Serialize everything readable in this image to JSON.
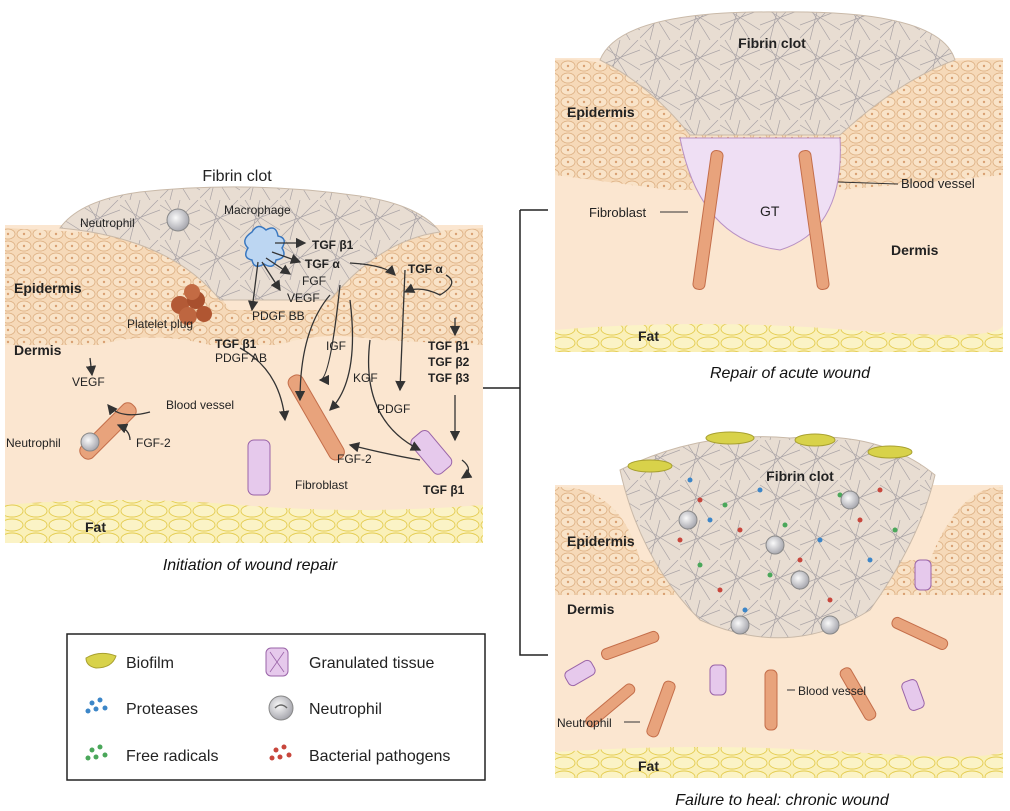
{
  "panels": {
    "initiation": {
      "title": "Fibrin clot",
      "caption": "Initiation of wound repair",
      "labels": {
        "neutrophil_top": "Neutrophil",
        "macrophage": "Macrophage",
        "epidermis": "Epidermis",
        "dermis": "Dermis",
        "platelet_plug": "Platelet plug",
        "blood_vessel": "Blood vessel",
        "neutrophil_bottom": "Neutrophil",
        "fibroblast": "Fibroblast",
        "fat": "Fat"
      },
      "factors": {
        "tgfb1_mac": "TGF β1",
        "tgfa_mac": "TGF α",
        "fgf": "FGF",
        "vegf_mac": "VEGF",
        "pdgfbb": "PDGF BB",
        "tgfb1_plt": "TGF β1",
        "pdgfab": "PDGF AB",
        "tgfa_epi": "TGF α",
        "tgfb1_stack": "TGF β1",
        "tgfb2_stack": "TGF β2",
        "tgfb3_stack": "TGF β3",
        "igf": "IGF",
        "kgf": "KGF",
        "pdgf": "PDGF",
        "vegf_vessel": "VEGF",
        "fgf2_vessel": "FGF-2",
        "fgf2_fib": "FGF-2",
        "tgfb1_fib": "TGF β1"
      }
    },
    "acute": {
      "labels": {
        "fibrin_clot": "Fibrin clot",
        "epidermis": "Epidermis",
        "fibroblast": "Fibroblast",
        "gt": "GT",
        "blood_vessel": "Blood vessel",
        "dermis": "Dermis",
        "fat": "Fat"
      },
      "caption": "Repair of acute wound"
    },
    "chronic": {
      "labels": {
        "fibrin_clot": "Fibrin clot",
        "epidermis": "Epidermis",
        "dermis": "Dermis",
        "neutrophil": "Neutrophil",
        "blood_vessel": "Blood vessel",
        "fat": "Fat"
      },
      "caption": "Failure to heal: chronic wound"
    }
  },
  "legend": {
    "items": [
      {
        "label": "Biofilm",
        "icon": "biofilm-icon"
      },
      {
        "label": "Granulated tissue",
        "icon": "granulated-tissue-icon"
      },
      {
        "label": "Proteases",
        "icon": "proteases-icon"
      },
      {
        "label": "Neutrophil",
        "icon": "neutrophil-icon"
      },
      {
        "label": "Free radicals",
        "icon": "free-radicals-icon"
      },
      {
        "label": "Bacterial pathogens",
        "icon": "bacterial-pathogens-icon"
      }
    ]
  },
  "colors": {
    "skin": "#f6d9b8",
    "dermis": "#fbe6d0",
    "fat": "#f7eba0",
    "clot": "#e6dcd0",
    "vessel": "#e8a37c",
    "fibroblast": "#c89ad0",
    "biofilm": "#d8d24a",
    "protease": "#3c86c8",
    "radical": "#4aa75a",
    "pathogen": "#c8463c"
  }
}
